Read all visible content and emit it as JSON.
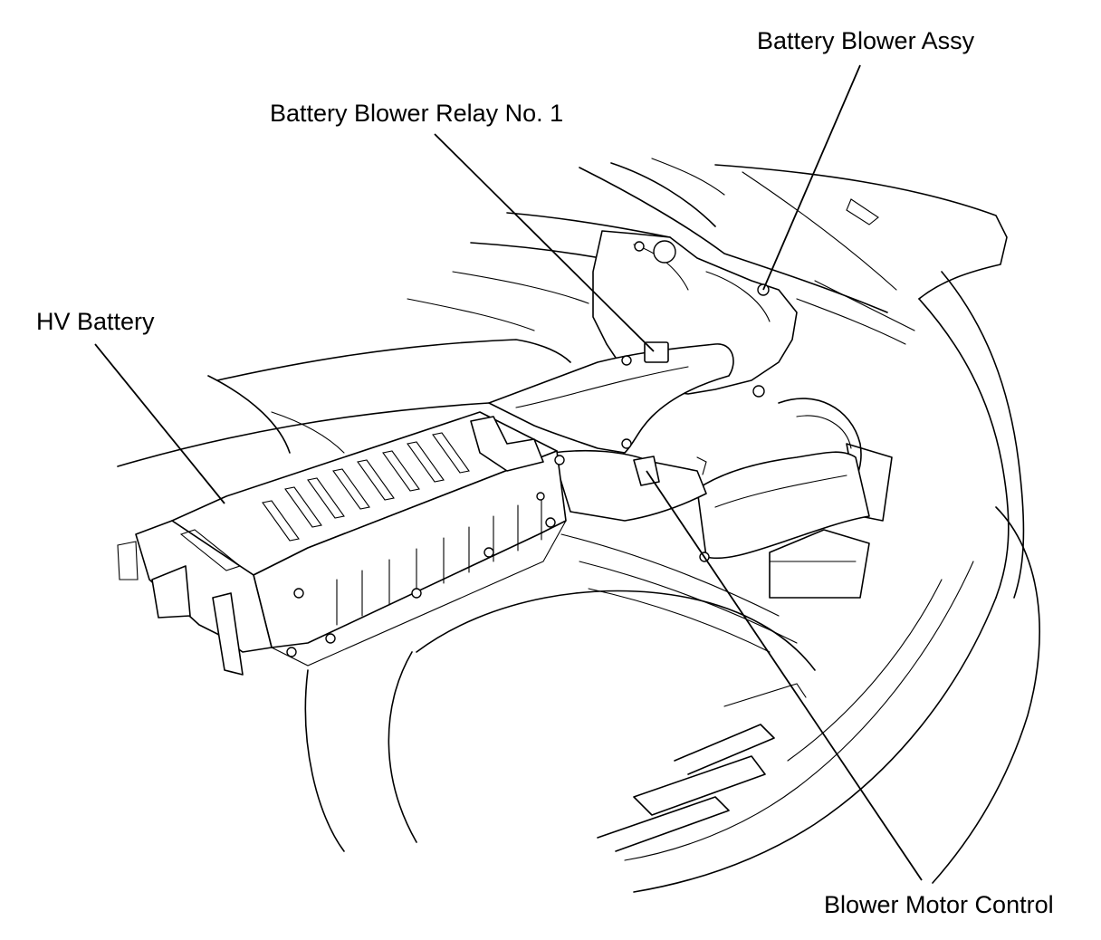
{
  "labels": {
    "battery_blower_assy": "Battery Blower Assy",
    "battery_blower_relay": "Battery Blower Relay No. 1",
    "hv_battery": "HV Battery",
    "blower_motor_control": "Blower Motor Control"
  },
  "colors": {
    "line": "#000000",
    "background": "#ffffff"
  }
}
